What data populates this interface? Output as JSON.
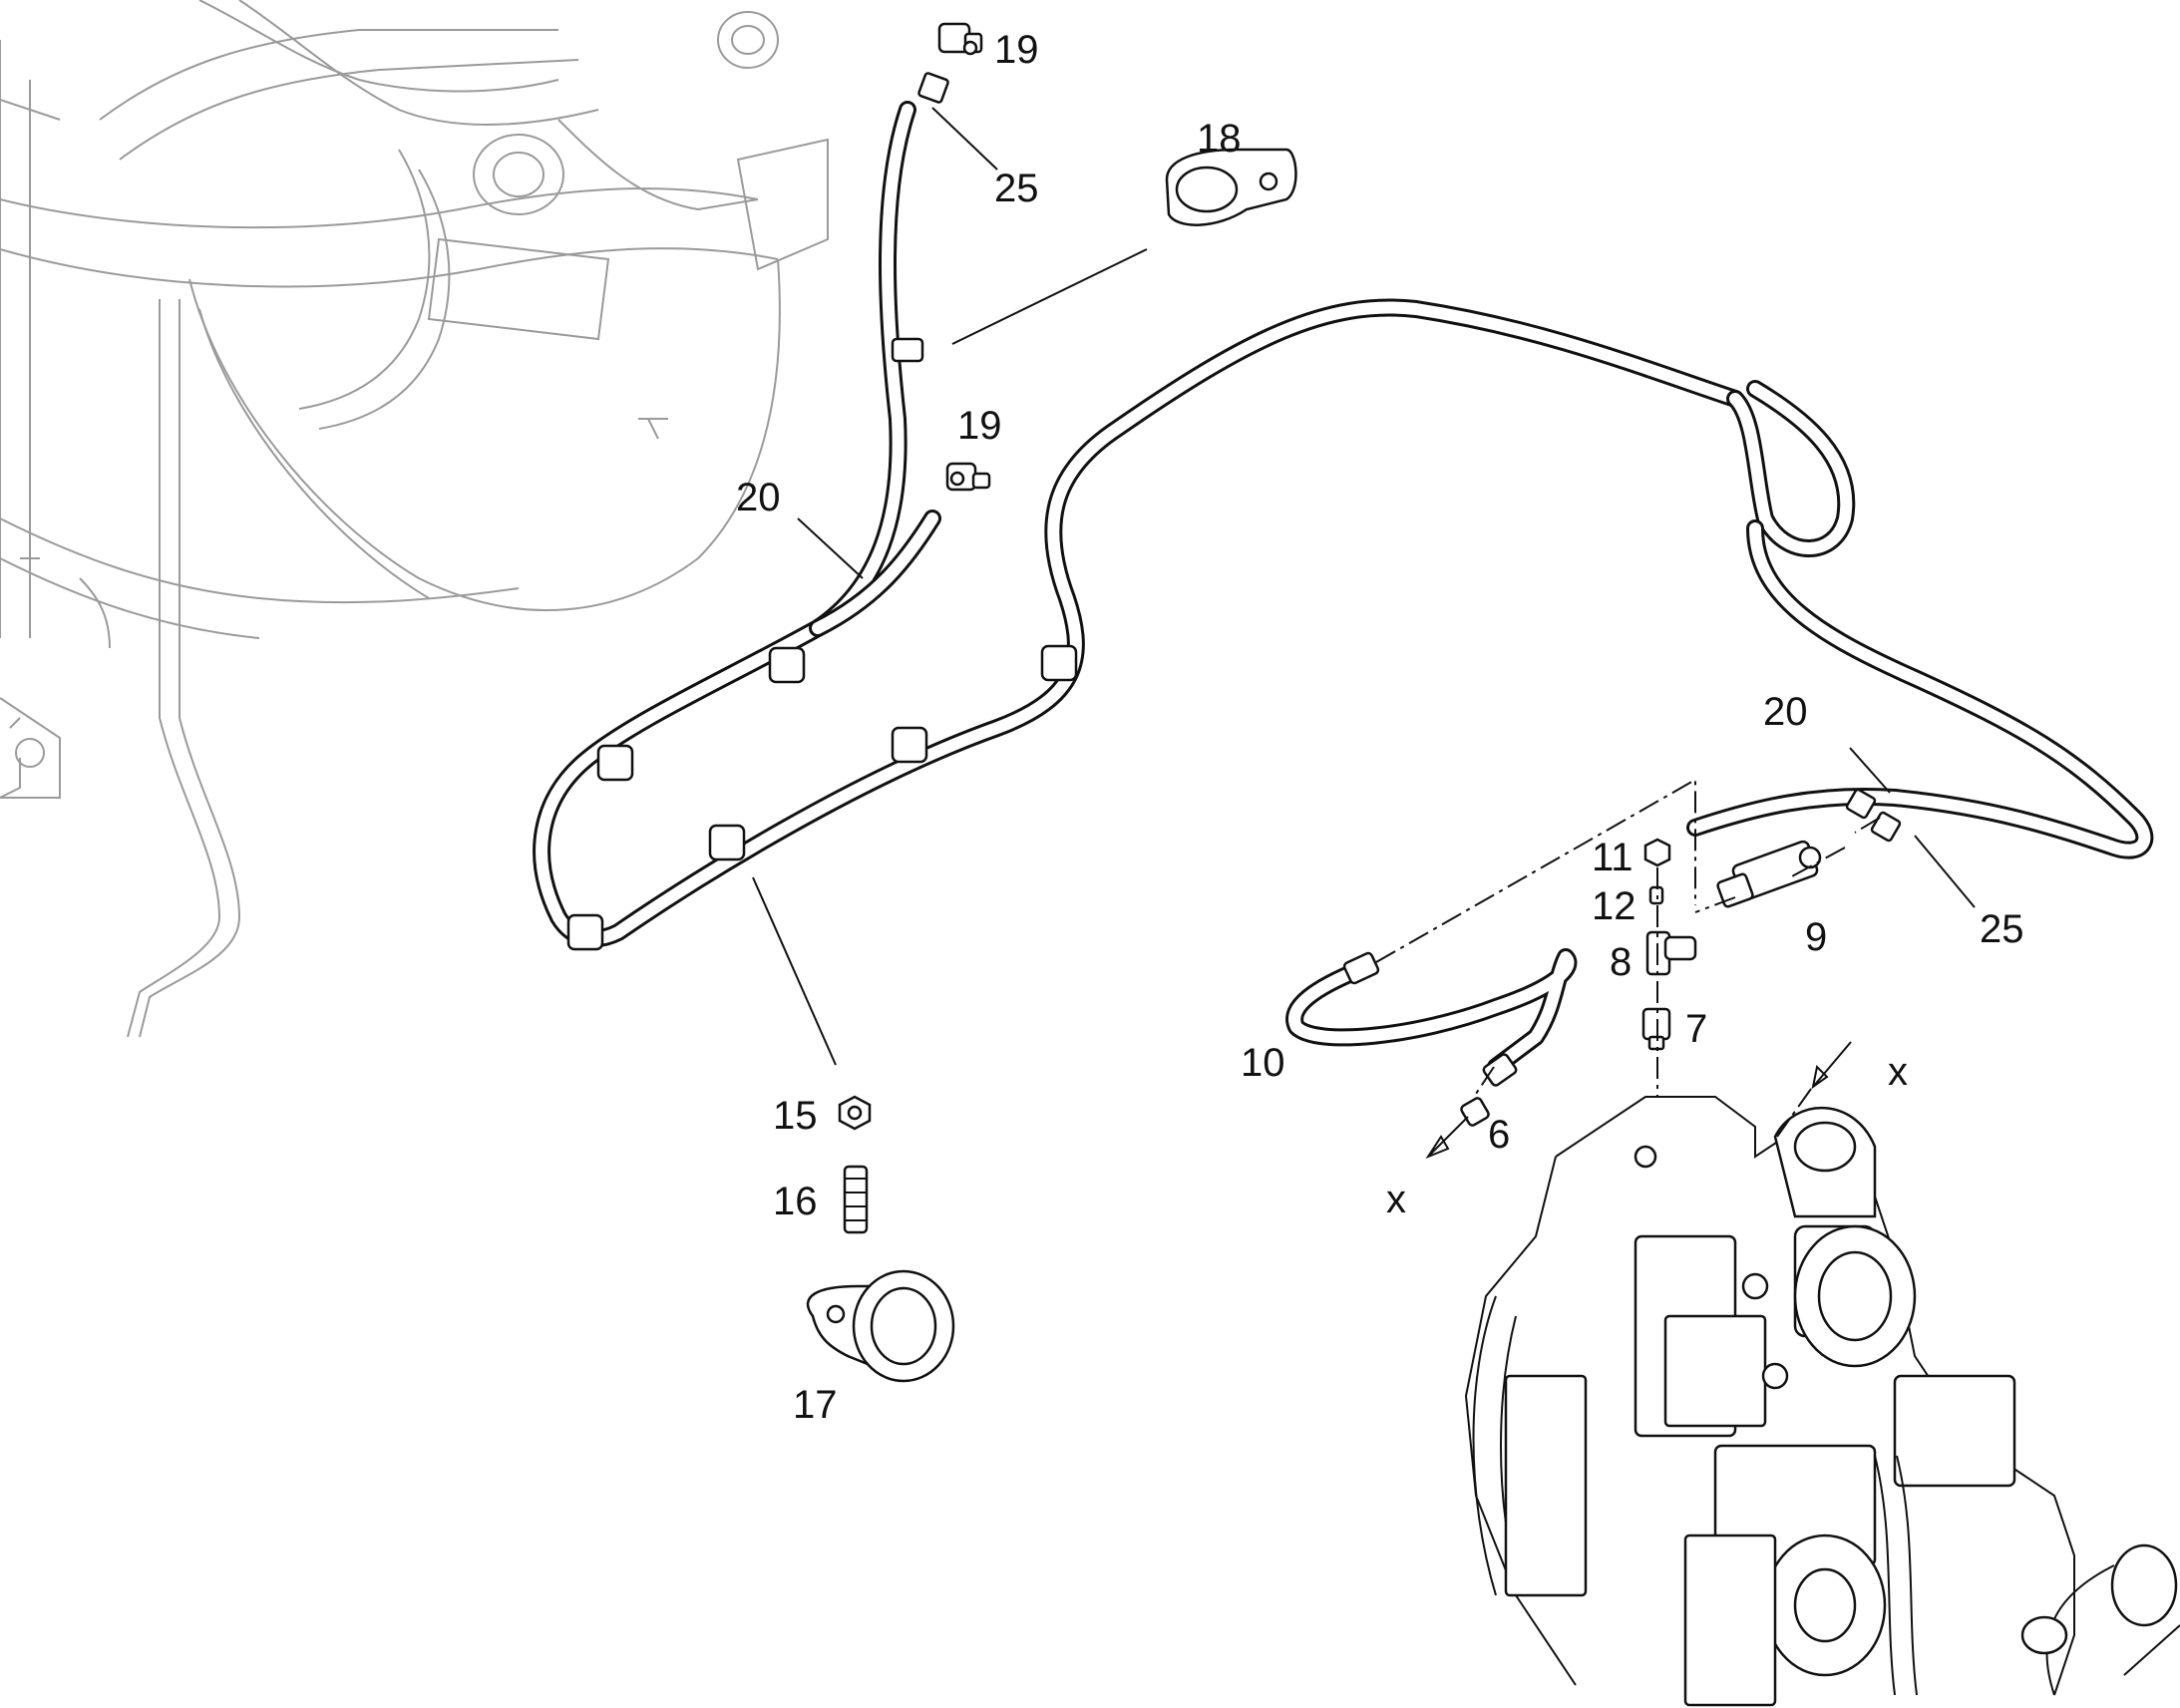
{
  "diagram": {
    "type": "exploded parts diagram",
    "labels": [
      {
        "id": "l19a",
        "text": "19"
      },
      {
        "id": "l25a",
        "text": "25"
      },
      {
        "id": "l18",
        "text": "18"
      },
      {
        "id": "l19b",
        "text": "19"
      },
      {
        "id": "l20a",
        "text": "20"
      },
      {
        "id": "l20b",
        "text": "20"
      },
      {
        "id": "l11",
        "text": "11"
      },
      {
        "id": "l12",
        "text": "12"
      },
      {
        "id": "l9",
        "text": "9"
      },
      {
        "id": "l25b",
        "text": "25"
      },
      {
        "id": "l8",
        "text": "8"
      },
      {
        "id": "l7",
        "text": "7"
      },
      {
        "id": "l10",
        "text": "10"
      },
      {
        "id": "lx1",
        "text": "x"
      },
      {
        "id": "l6",
        "text": "6"
      },
      {
        "id": "lx2",
        "text": "x"
      },
      {
        "id": "l15",
        "text": "15"
      },
      {
        "id": "l16",
        "text": "16"
      },
      {
        "id": "l17",
        "text": "17"
      }
    ]
  }
}
